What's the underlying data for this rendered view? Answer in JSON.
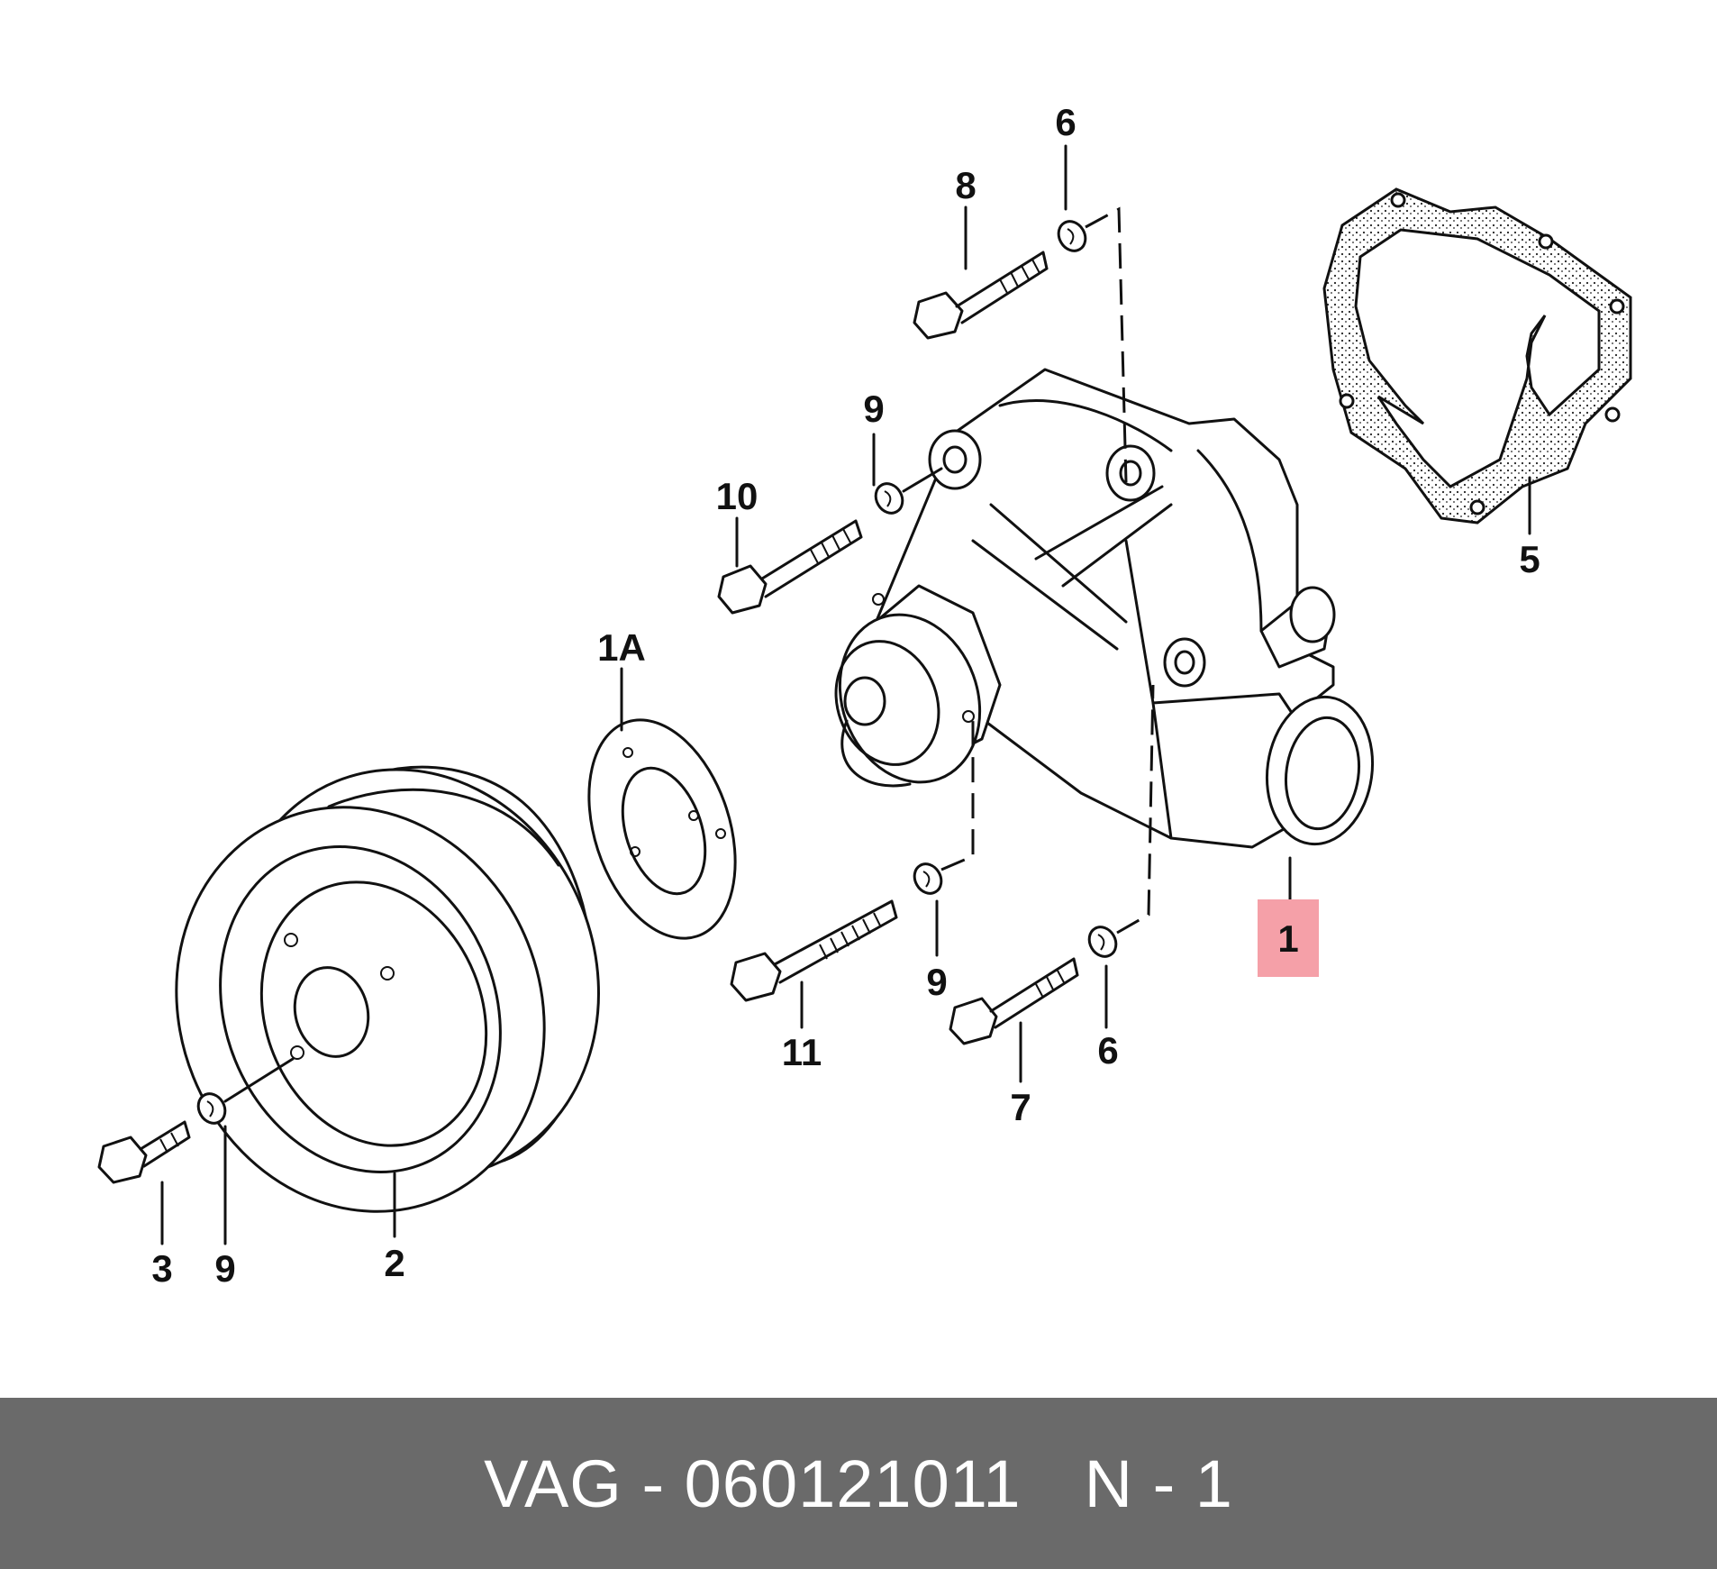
{
  "diagram": {
    "callouts": {
      "c1": "1",
      "c1a": "1A",
      "c2": "2",
      "c3": "3",
      "c5": "5",
      "c6_top": "6",
      "c6_bottom": "6",
      "c7": "7",
      "c8": "8",
      "c9_top": "9",
      "c9_mid": "9",
      "c9_left": "9",
      "c10": "10",
      "c11": "11"
    },
    "highlighted_callout": "1",
    "highlight_color": "#f5a0a8",
    "line_color": "#111111"
  },
  "footer": {
    "brand": "VAG",
    "dash": "-",
    "part_number": "060121011",
    "position_label": "N - 1",
    "background_color": "#6a6a6a",
    "text_color": "#ffffff"
  }
}
